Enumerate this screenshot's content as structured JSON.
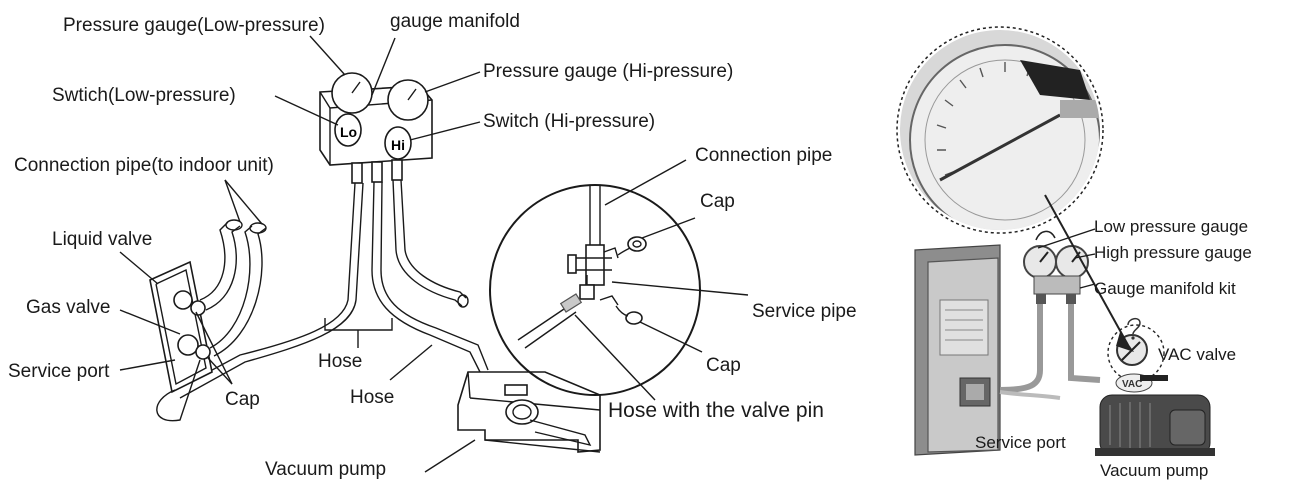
{
  "left_labels": {
    "pressure_gauge_low": "Pressure gauge(Low-pressure)",
    "gauge_manifold": "gauge manifold",
    "pressure_gauge_hi": "Pressure gauge (Hi-pressure)",
    "switch_low": "Swtich(Low-pressure)",
    "switch_hi": "Switch (Hi-pressure)",
    "connection_pipe_indoor": "Connection pipe(to indoor unit)",
    "liquid_valve": "Liquid valve",
    "gas_valve": "Gas valve",
    "service_port": "Service port",
    "cap": "Cap",
    "hose_1": "Hose",
    "hose_2": "Hose",
    "vacuum_pump": "Vacuum pump",
    "gauge_lo_mark": "Lo",
    "gauge_hi_mark": "Hi"
  },
  "detail_labels": {
    "connection_pipe": "Connection pipe",
    "cap_top": "Cap",
    "service_pipe": "Service pipe",
    "cap_bottom": "Cap",
    "hose_with_valve_pin": "Hose with the valve pin"
  },
  "right_labels": {
    "low_pressure_gauge": "Low pressure gauge",
    "high_pressure_gauge": "High pressure gauge",
    "gauge_manifold_kit": "Gauge manifold kit",
    "vac_valve": "VAC valve",
    "service_port": "Service port",
    "vacuum_pump": "Vacuum pump",
    "vac_mark": "VAC"
  },
  "colors": {
    "line": "#1a1a1a",
    "background": "#ffffff",
    "photo_grey": "#c9c9c9"
  }
}
